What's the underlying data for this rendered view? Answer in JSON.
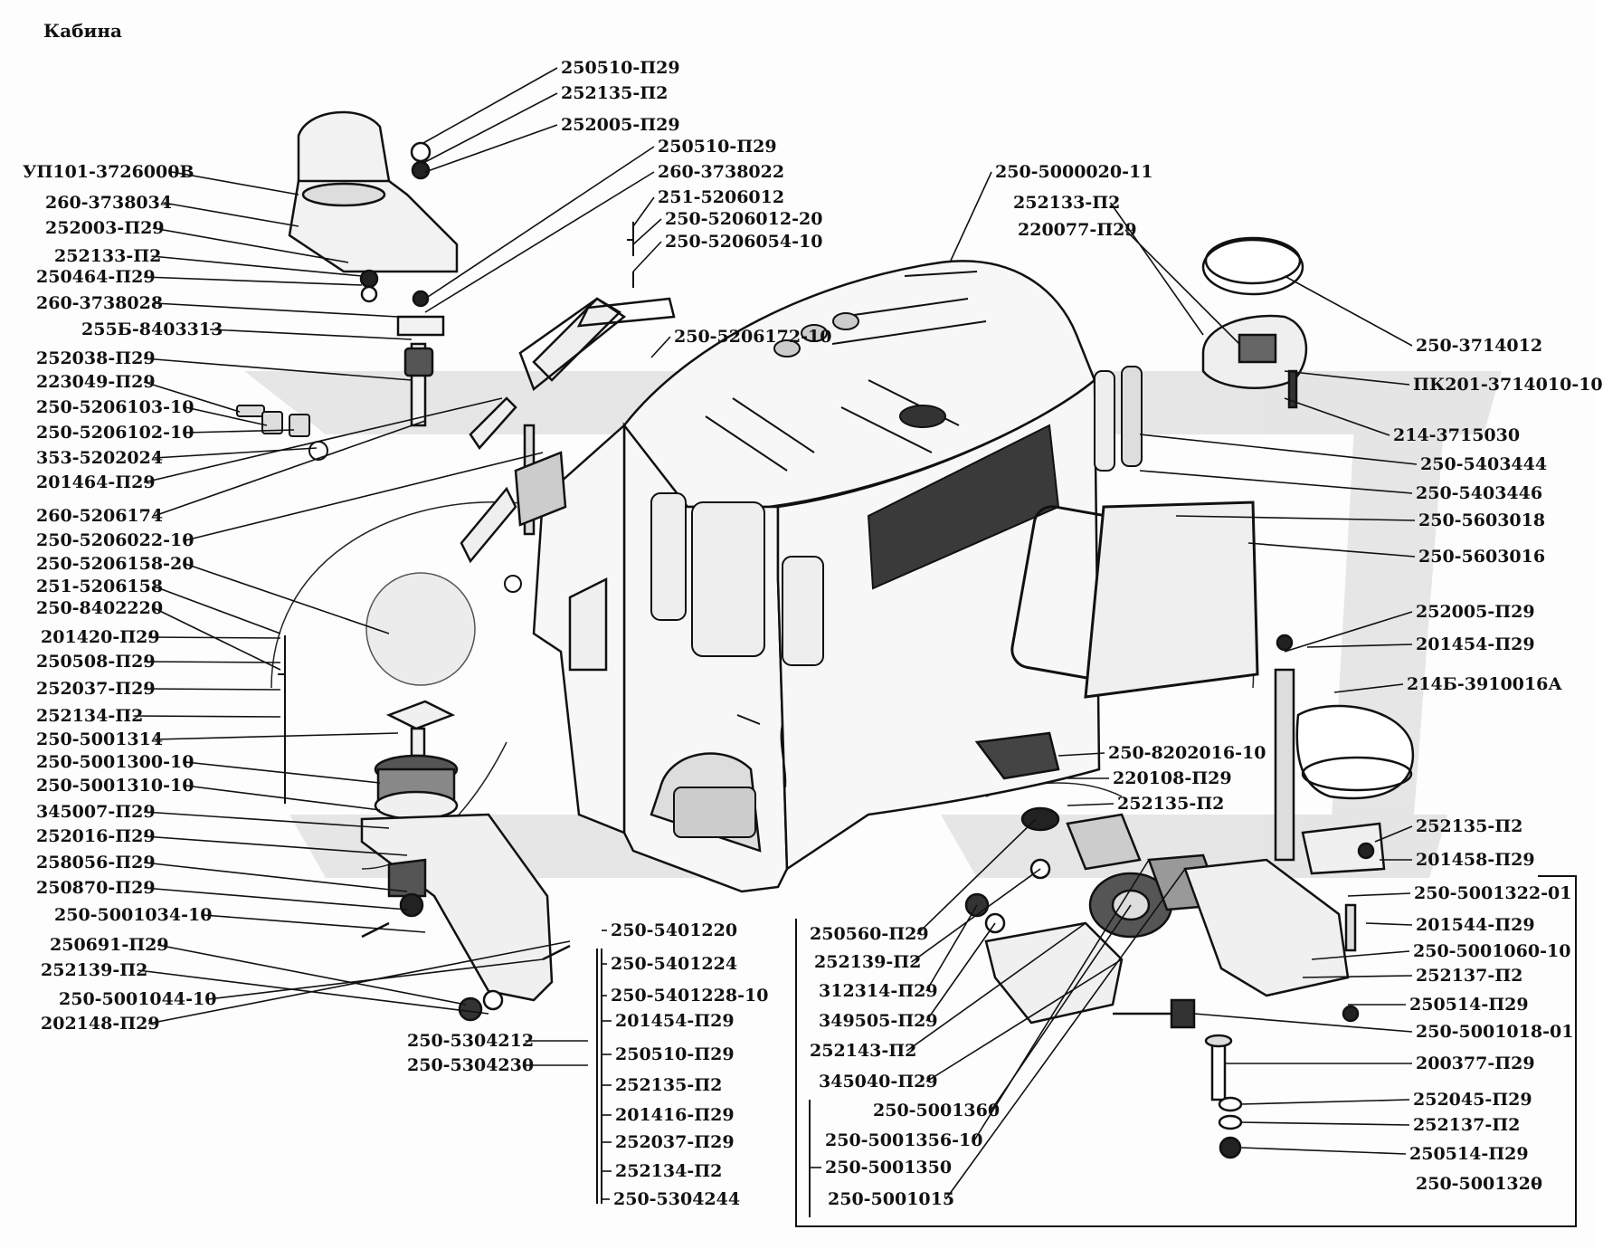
{
  "title": "Кабина",
  "colors": {
    "ink": "#111111",
    "watermark": "#e3e3e3",
    "paper": "#fdfdfd",
    "fill": "#f2f2f2"
  },
  "labels": [
    "250510-П29",
    "252135-П2",
    "252005-П29",
    "УП101-3726000В",
    "250510-П29",
    "260-3738022",
    "260-3738034",
    "251-5206012",
    "250-5206012-20",
    "252003-П29",
    "250-5206054-10",
    "252133-П2",
    "250464-П29",
    "260-3738028",
    "255Б-8403313",
    "250-5206172-10",
    "252038-П29",
    "223049-П29",
    "250-5206103-10",
    "250-5206102-10",
    "353-5202024",
    "201464-П29",
    "260-5206174",
    "250-5206022-10",
    "250-5206158-20",
    "251-5206158",
    "250-8402220",
    "201420-П29",
    "250508-П29",
    "252037-П29",
    "252134-П2",
    "250-5001314",
    "250-5001300-10",
    "250-5001310-10",
    "345007-П29",
    "252016-П29",
    "258056-П29",
    "250870-П29",
    "250-5001034-10",
    "250691-П29",
    "252139-П2",
    "250-5001044-10",
    "202148-П29",
    "250-5304212",
    "250-5304230",
    "250-5401220",
    "250-5401224",
    "250-5401228-10",
    "201454-П29",
    "250510-П29",
    "252135-П2",
    "201416-П29",
    "252037-П29",
    "252134-П2",
    "250-5304244",
    "250-5000020-11",
    "252133-П2",
    "220077-П29",
    "250-3714012",
    "ПК201-3714010-10",
    "214-3715030",
    "250-5403444",
    "250-5403446",
    "250-5603018",
    "250-5603016",
    "252005-П29",
    "201454-П29",
    "214Б-3910016А",
    "250-8202016-10",
    "220108-П29",
    "252135-П2",
    "252135-П2",
    "201458-П29",
    "250-5001322-01",
    "250560-П29",
    "252139-П2",
    "312314-П29",
    "349505-П29",
    "252143-П2",
    "345040-П29",
    "250-5001360",
    "250-5001356-10",
    "250-5001350",
    "250-5001015",
    "201544-П29",
    "250-5001060-10",
    "252137-П2",
    "250514-П29",
    "250-5001018-01",
    "200377-П29",
    "252045-П29",
    "252137-П2",
    "250514-П29",
    "250-5001320"
  ]
}
